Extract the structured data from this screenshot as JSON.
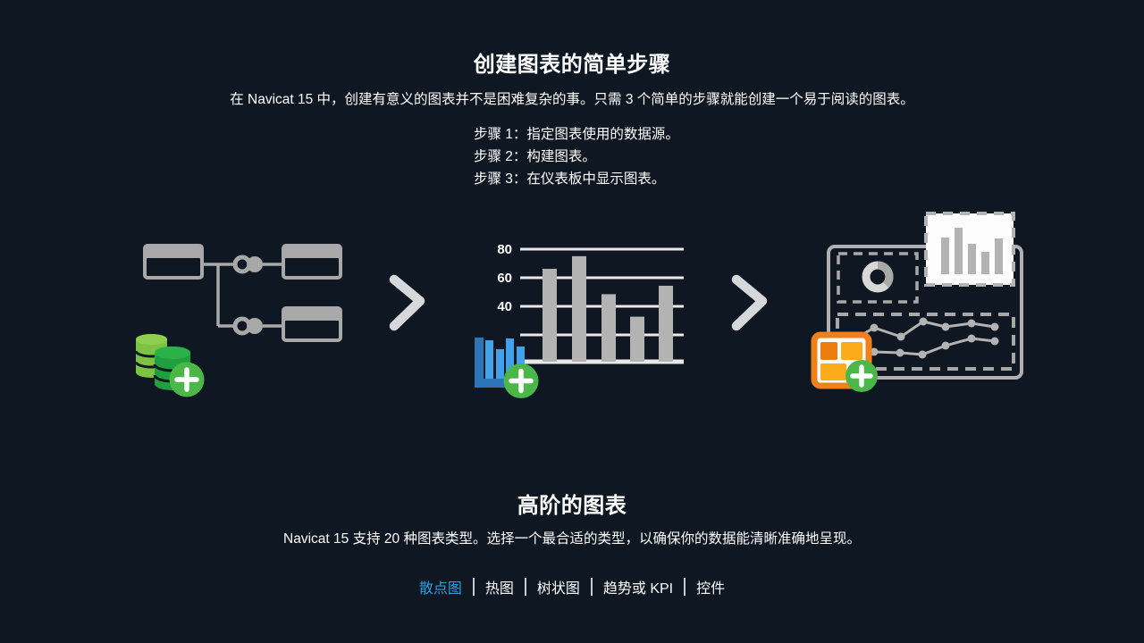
{
  "colors": {
    "background": "#0e1722",
    "text": "#ffffff",
    "accent_blue": "#2d9fe0",
    "illustration_gray": "#a8a8a8",
    "gridline_gray": "#e9e9e9",
    "bar_gray": "#b3b3b3",
    "green_light": "#7dc242",
    "green_dark": "#1fa03c",
    "plus_green": "#4cb749",
    "icon_blue_dark": "#2a76b9",
    "icon_blue_light": "#41a2ea",
    "icon_orange": "#f08019",
    "icon_amber": "#fcac1b",
    "chevron_gray": "#d6d8dc"
  },
  "steps_section": {
    "title": "创建图表的简单步骤",
    "subtitle": "在 Navicat 15 中，创建有意义的图表并不是困难复杂的事。只需 3 个简单的步骤就能创建一个易于阅读的图表。",
    "steps": [
      "步骤 1：指定图表使用的数据源。",
      "步骤 2：构建图表。",
      "步骤 3：在仪表板中显示图表。"
    ],
    "icons": [
      "database-add-icon",
      "bar-chart-add-icon",
      "dashboard-add-icon"
    ]
  },
  "chart_data": {
    "type": "bar",
    "values": [
      66,
      75,
      48,
      32,
      54
    ],
    "yticks": [
      "80",
      "60",
      "40"
    ],
    "gridline_values": [
      80,
      60,
      40,
      20
    ],
    "ylim": [
      0,
      80
    ],
    "grid": true,
    "legend": false
  },
  "advanced_section": {
    "title": "高阶的图表",
    "subtitle": "Navicat 15 支持 20 种图表类型。选择一个最合适的类型，以确保你的数据能清晰准确地呈现。",
    "tabs": [
      {
        "label": "散点图",
        "active": true
      },
      {
        "label": "热图",
        "active": false
      },
      {
        "label": "树状图",
        "active": false
      },
      {
        "label": "趋势或 KPI",
        "active": false
      },
      {
        "label": "控件",
        "active": false
      }
    ]
  }
}
